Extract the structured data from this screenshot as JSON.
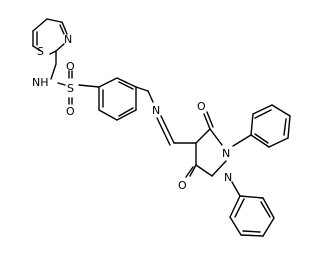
{
  "atoms": {
    "thiazole_s": "S",
    "thiazole_n": "N",
    "amine_nh": "NH",
    "sulfonyl_s": "S",
    "sulfonyl_o_top": "O",
    "sulfonyl_o_bottom": "O",
    "imine_n": "N",
    "carbonyl_o_top": "O",
    "carbonyl_o_bottom": "O",
    "ring_n1": "N",
    "ring_n2": "N"
  }
}
